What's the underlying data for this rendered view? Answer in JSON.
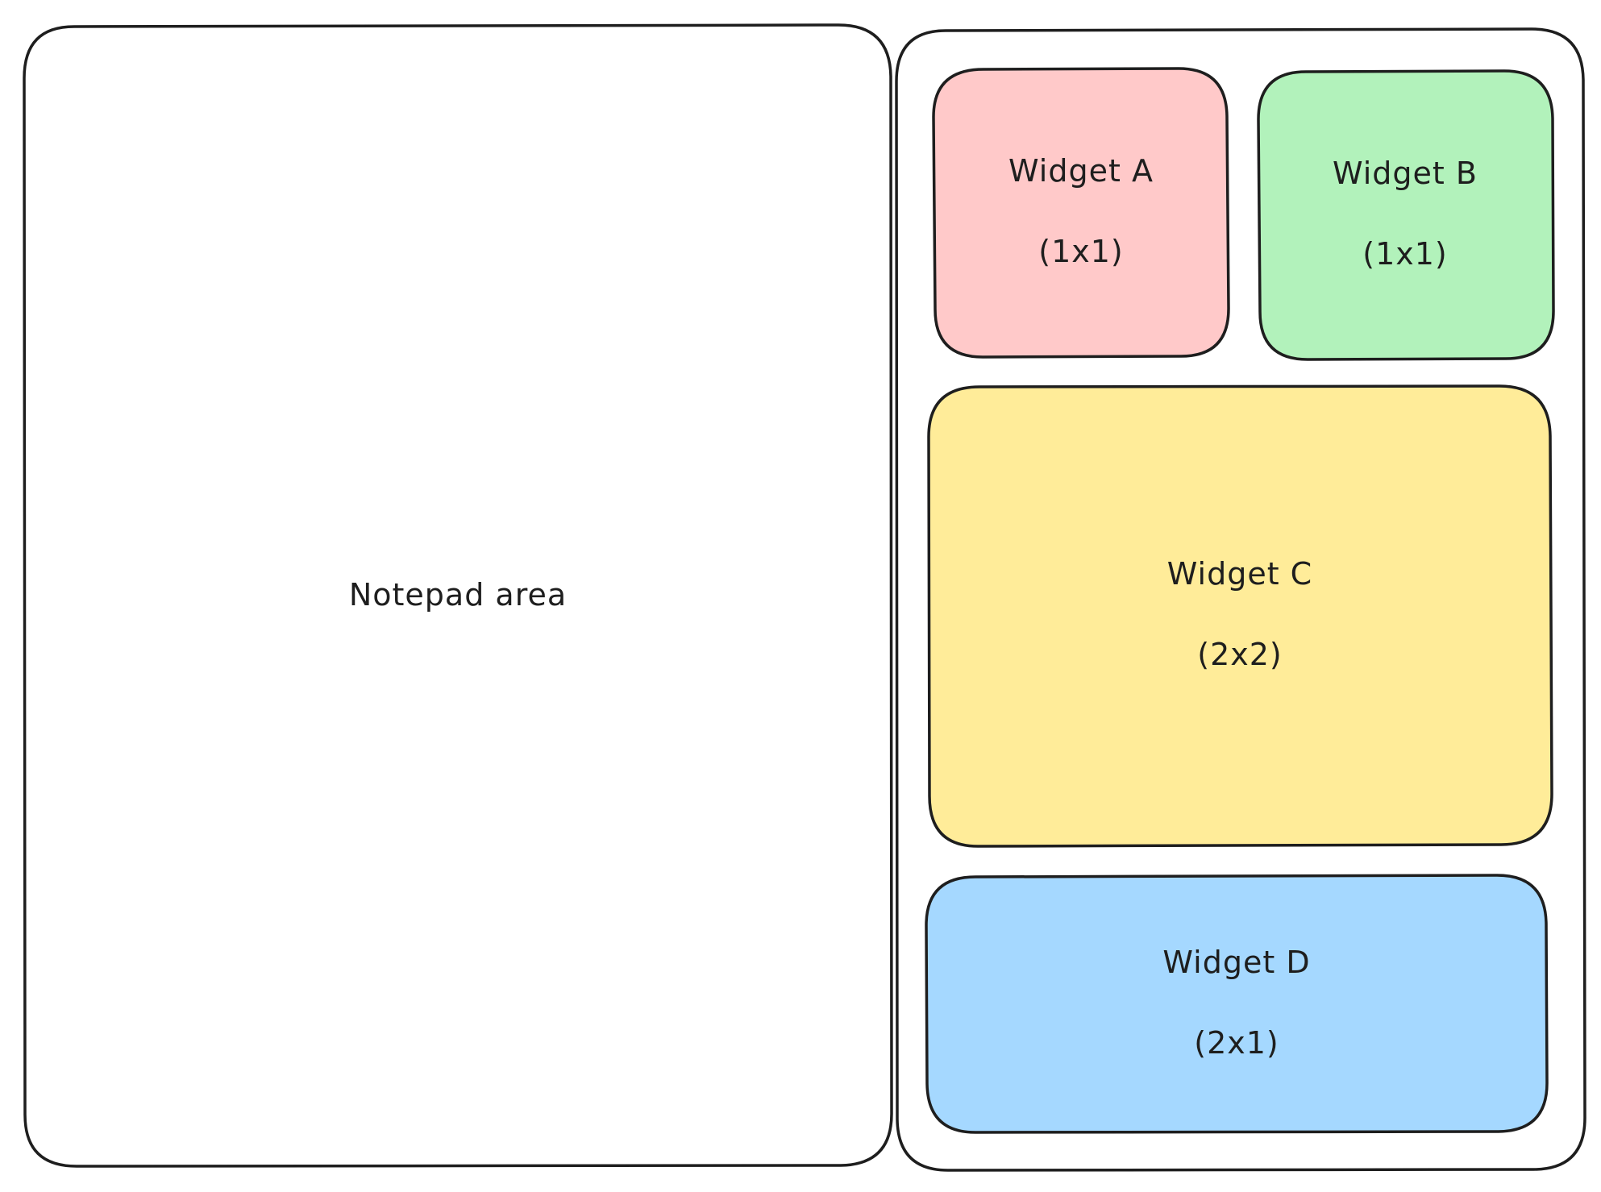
{
  "notepad": {
    "label": "Notepad area"
  },
  "widgets": [
    {
      "id": "a",
      "title": "Widget A",
      "size": "(1x1)",
      "color": "#ffc9c9"
    },
    {
      "id": "b",
      "title": "Widget B",
      "size": "(1x1)",
      "color": "#b2f2bb"
    },
    {
      "id": "c",
      "title": "Widget C",
      "size": "(2x2)",
      "color": "#ffec99"
    },
    {
      "id": "d",
      "title": "Widget D",
      "size": "(2x1)",
      "color": "#a5d8ff"
    }
  ],
  "colors": {
    "stroke": "#1e1e1e",
    "background": "#ffffff"
  }
}
